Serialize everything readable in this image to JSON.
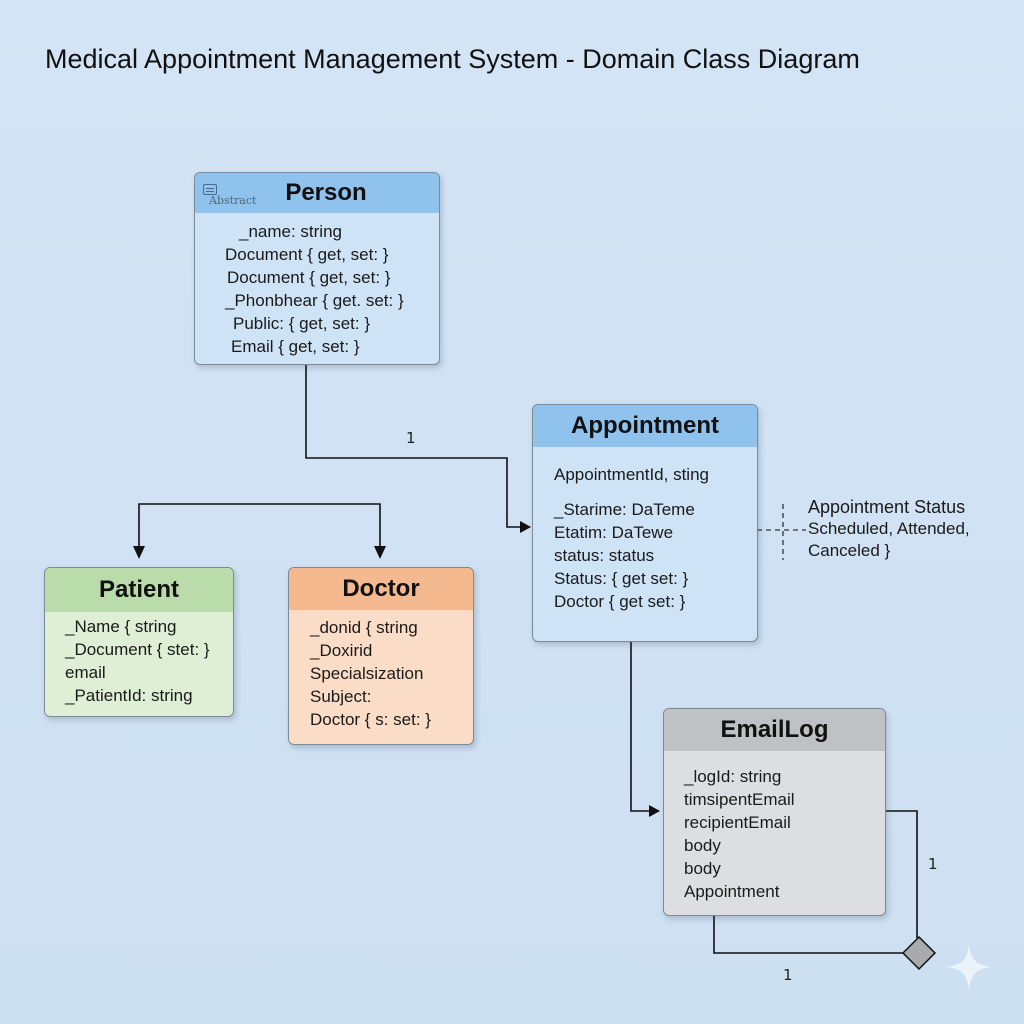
{
  "title": "Medical Appointment Management System - Domain Class Diagram",
  "classes": {
    "person": {
      "name": "Person",
      "stereotype": "Abstract",
      "attributes": [
        "_name: string",
        "Document { get, set: }",
        "Document { get, set: }",
        "_Phonbhear { get. set: }",
        "Public: { get, set: }",
        "Email { get, set: }"
      ]
    },
    "appointment": {
      "name": "Appointment",
      "attributes": [
        "AppointmentId, sting",
        "_Starime: DaTeme",
        "Etatim: DaTewe",
        "status: status",
        "Status: { get set: }",
        "Doctor { get set: }"
      ]
    },
    "patient": {
      "name": "Patient",
      "attributes": [
        "_Name { string",
        "_Document { stet: }",
        "email",
        "_PatientId: string"
      ]
    },
    "doctor": {
      "name": "Doctor",
      "attributes": [
        "_donid { string",
        "_Doxirid",
        "Specialsization",
        "Subject:",
        "Doctor { s: set: }"
      ]
    },
    "emaillog": {
      "name": "EmailLog",
      "attributes": [
        "_logId: string",
        "timsipentEmail",
        "recipientEmail",
        "body",
        "body",
        "Appointment"
      ]
    }
  },
  "enum_note": {
    "title": "Appointment Status",
    "values_line1": "Scheduled, Attended,",
    "values_line2": "Canceled }"
  },
  "multiplicities": {
    "person_appointment": "1",
    "emaillog_right": "1",
    "emaillog_bottom": "1"
  },
  "colors": {
    "background": "#cfe1f3",
    "person_header": "#8fc2ec",
    "appointment_header": "#8fc2ec",
    "patient_header": "#b9dcaa",
    "doctor_header": "#f4b98f",
    "emaillog_header": "#bfc1c4"
  },
  "icons": {
    "stereotype": "class-stereotype-icon",
    "watermark": "sparkle-icon"
  }
}
